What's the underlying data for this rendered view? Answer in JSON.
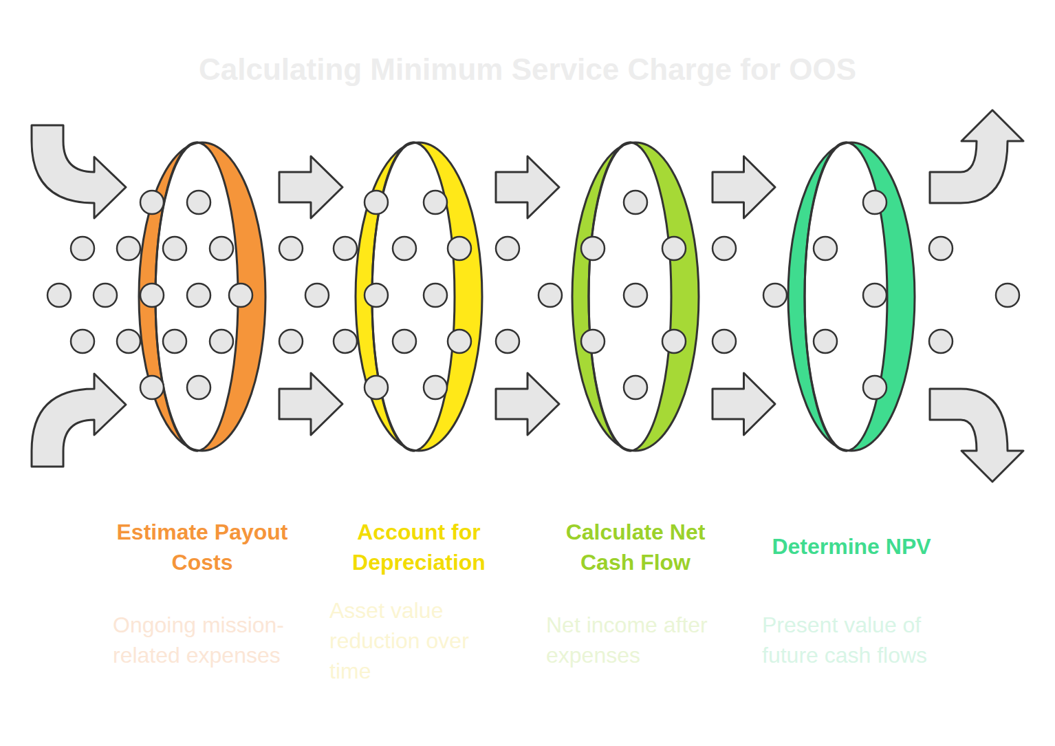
{
  "diagram": {
    "title": "Calculating Minimum Service Charge for OOS",
    "nodes": [
      {
        "text": [
          "Estimate Payout Costs",
          "Ongoing mission-related expenses"
        ]
      },
      {
        "text": [
          "Account for Depreciation",
          "Asset value reduction over time"
        ]
      },
      {
        "text": [
          "Calculate Net Cash Flow",
          "Net income after expenses"
        ]
      },
      {
        "text": [
          "Determine NPV",
          "Present value of future cash flows"
        ]
      }
    ],
    "edges": [
      {
        "from": 0,
        "to": 1,
        "arrow": "to"
      },
      {
        "from": 1,
        "to": 2,
        "arrow": "to"
      },
      {
        "from": 2,
        "to": 3,
        "arrow": "to"
      }
    ]
  }
}
